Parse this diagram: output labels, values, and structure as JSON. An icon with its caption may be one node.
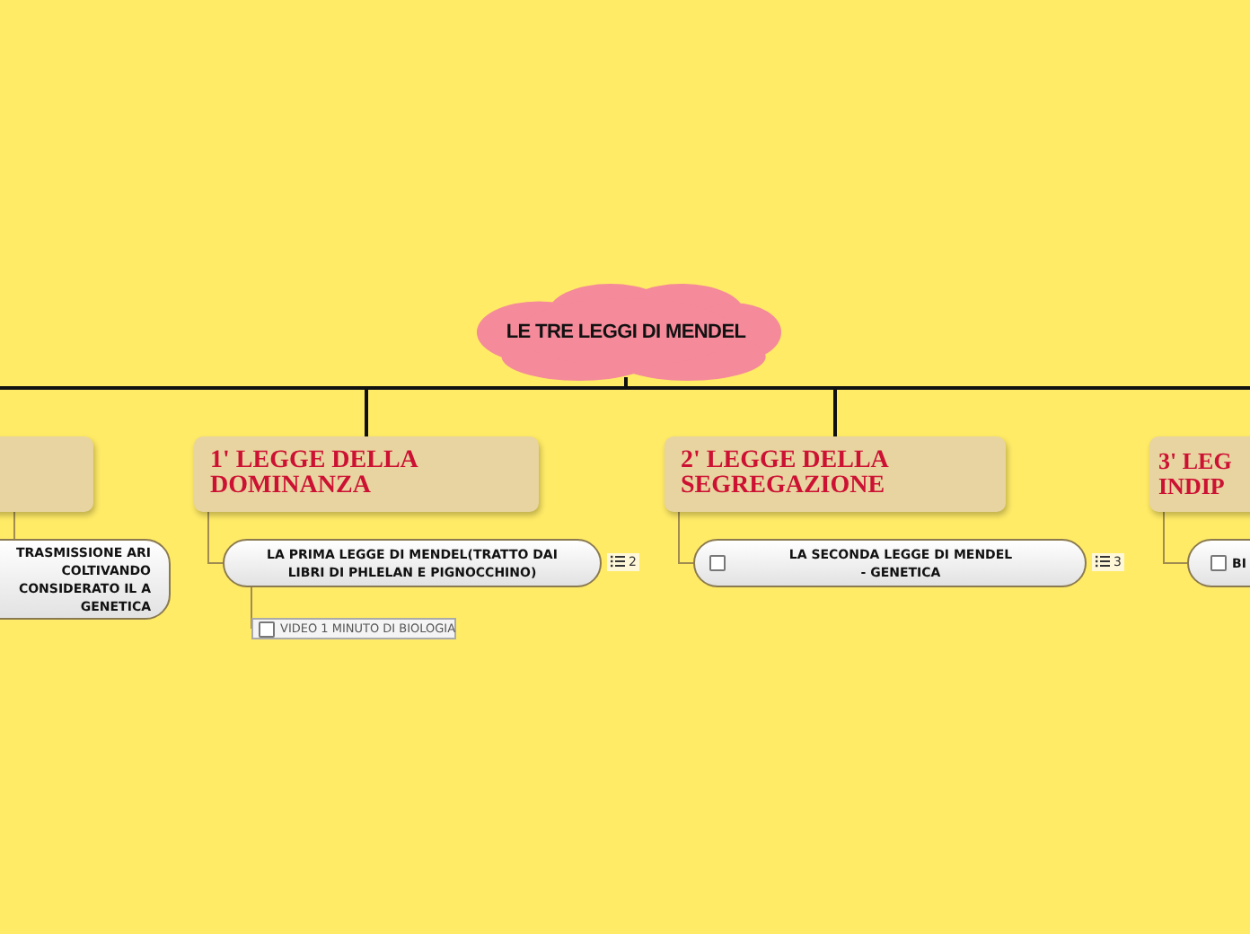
{
  "diagram": {
    "nodes": [
      {
        "text": [
          "LE TRE LEGGI DI MENDEL"
        ]
      },
      {
        "text": [],
        "shape": "box"
      },
      {
        "text": [
          "TRASMISSIONE ARI COLTIVANDO CONSIDERATO IL A GENETICA"
        ]
      },
      {
        "text": [
          "1' LEGGE DELLA DOMINANZA"
        ]
      },
      {
        "text": [
          "LA PRIMA LEGGE DI MENDEL(TRATTO DAI LIBRI DI PHLELAN E PIGNOCCHINO)"
        ],
        "beside": [
          "2"
        ]
      },
      {
        "text": [
          "VIDEO 1 MINUTO DI BIOLOGIA"
        ]
      },
      {
        "text": [
          "2' LEGGE DELLA SEGREGAZIONE"
        ]
      },
      {
        "text": [
          "LA SECONDA LEGGE DI MENDEL - GENETICA"
        ],
        "beside": [
          "3"
        ]
      },
      {
        "text": [
          "3' LEG INDIP"
        ]
      },
      {
        "text": [
          "BI"
        ]
      }
    ],
    "edges": [
      {
        "from": 0,
        "to": 1,
        "arrow": "none",
        "color": "#111111"
      },
      {
        "from": 0,
        "to": 3,
        "arrow": "none",
        "color": "#111111"
      },
      {
        "from": 0,
        "to": 6,
        "arrow": "none",
        "color": "#111111"
      },
      {
        "from": 0,
        "to": 8,
        "arrow": "none",
        "color": "#111111"
      },
      {
        "from": 1,
        "to": 2,
        "arrow": "none",
        "color": "#a08c50"
      },
      {
        "from": 3,
        "to": 4,
        "arrow": "none",
        "color": "#a08c50"
      },
      {
        "from": 4,
        "to": 5,
        "arrow": "none",
        "color": "#a08c50"
      },
      {
        "from": 6,
        "to": 7,
        "arrow": "none",
        "color": "#a08c50"
      },
      {
        "from": 8,
        "to": 9,
        "arrow": "none",
        "color": "#a08c50"
      }
    ]
  }
}
